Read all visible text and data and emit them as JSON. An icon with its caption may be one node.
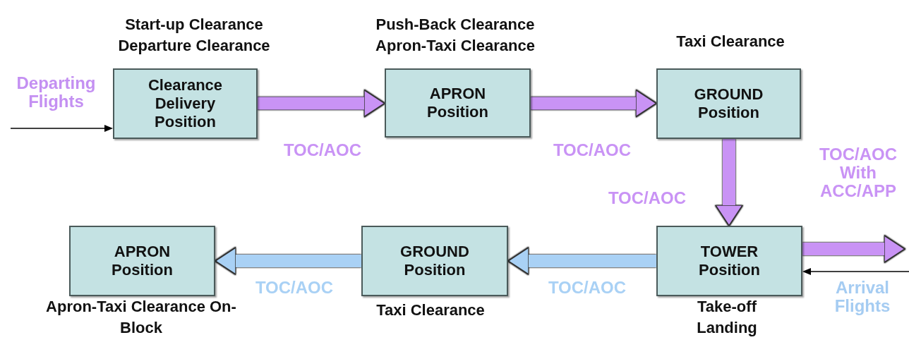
{
  "diagram": {
    "nodes": [
      {
        "text": [
          "Clearance Delivery Position"
        ],
        "beside": [
          "Start-up Clearance Departure Clearance"
        ]
      },
      {
        "text": [
          "APRON Position"
        ],
        "beside": [
          "Push-Back Clearance Apron-Taxi Clearance"
        ]
      },
      {
        "text": [
          "GROUND Position"
        ],
        "beside": [
          "Taxi Clearance"
        ]
      },
      {
        "text": [
          "APRON Position"
        ],
        "beside": [
          "Apron-Taxi Clearance On-Block"
        ]
      },
      {
        "text": [
          "GROUND Position"
        ],
        "beside": [
          "Taxi Clearance"
        ]
      },
      {
        "text": [
          "TOWER Position"
        ],
        "beside": [
          "Take-off Landing"
        ]
      }
    ],
    "edges": [
      {
        "from": null,
        "to": 0,
        "arrow": "to",
        "label": "Departing Flights",
        "color": "#000000"
      },
      {
        "from": 0,
        "to": 1,
        "arrow": "to",
        "label": "TOC/AOC"
      },
      {
        "from": 1,
        "to": 2,
        "arrow": "to",
        "label": "TOC/AOC"
      },
      {
        "from": 2,
        "to": 5,
        "arrow": "to",
        "label": "TOC/AOC"
      },
      {
        "from": 5,
        "to": null,
        "arrow": "to",
        "label": "TOC/AOC With ACC/APP"
      },
      {
        "from": null,
        "to": 5,
        "arrow": "to",
        "label": "Arrival Flights",
        "color": "#000000"
      },
      {
        "from": 5,
        "to": 4,
        "arrow": "to",
        "label": "TOC/AOC",
        "color": "#a9d1f5"
      },
      {
        "from": 4,
        "to": 3,
        "arrow": "to",
        "label": "TOC/AOC",
        "color": "#a9d1f5"
      }
    ]
  }
}
